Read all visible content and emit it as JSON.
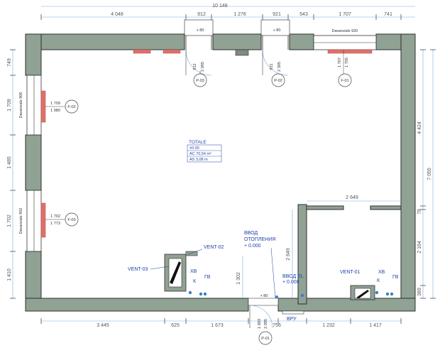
{
  "dims": {
    "top_total": "10 148",
    "top": [
      "4 048",
      "912",
      "1 276",
      "921",
      "543",
      "1 707",
      "741"
    ],
    "bottom": [
      "3 445",
      "625",
      "1 673",
      "756",
      "1 232",
      "1 417"
    ],
    "left": [
      "749",
      "1 709",
      "1 485",
      "1 702",
      "1 410"
    ],
    "right_outer": "7 055",
    "right": [
      "4 424",
      "78",
      "2 164",
      "389"
    ],
    "inner_width": "2 649",
    "inner_height": "2 649",
    "stair": "1 302"
  },
  "windows": {
    "top": {
      "name": "Davanzale 920",
      "tag": "F-01",
      "w": "1 707",
      "h": "1 705"
    },
    "left_upper": {
      "name": "Davanzale 906",
      "tag": "F-02",
      "w": "1 709",
      "h": "1 980"
    },
    "left_lower": {
      "name": "Davanzale 902",
      "tag": "F-03",
      "w": "1 702",
      "h": "1 773"
    }
  },
  "doors": {
    "p03": {
      "tag": "P-03",
      "sill": "+ 80",
      "w": "912",
      "h": "2 095"
    },
    "p02": {
      "tag": "P-02",
      "sill": "+ 80",
      "w": "921",
      "h": "2 305"
    },
    "p01": {
      "tag": "P-01",
      "sill": "+ 80",
      "w": "1 003",
      "h": "2 095"
    }
  },
  "totale": {
    "title": "TOTALE",
    "level": "±0.00",
    "ac": "AC  70,54 m²",
    "as": "AS   3,08 m"
  },
  "labels": {
    "vent02": "VENT-02",
    "vent03": "VENT-03",
    "vent01": "VENT-01",
    "xb": "ХВ",
    "gv": "ГВ",
    "k": "К",
    "heating_1": "ВВОД",
    "heating_2": "ОТОПЛЕНИЯ",
    "heating_3": "+ 0.000",
    "elec_1": "ВВОД EL",
    "elec_2": "+ 0.000",
    "vru": "ВРУ"
  },
  "colors": {
    "wall": "#8fa294",
    "radiator": "#e0706a",
    "annotation": "#1f3fa8"
  }
}
